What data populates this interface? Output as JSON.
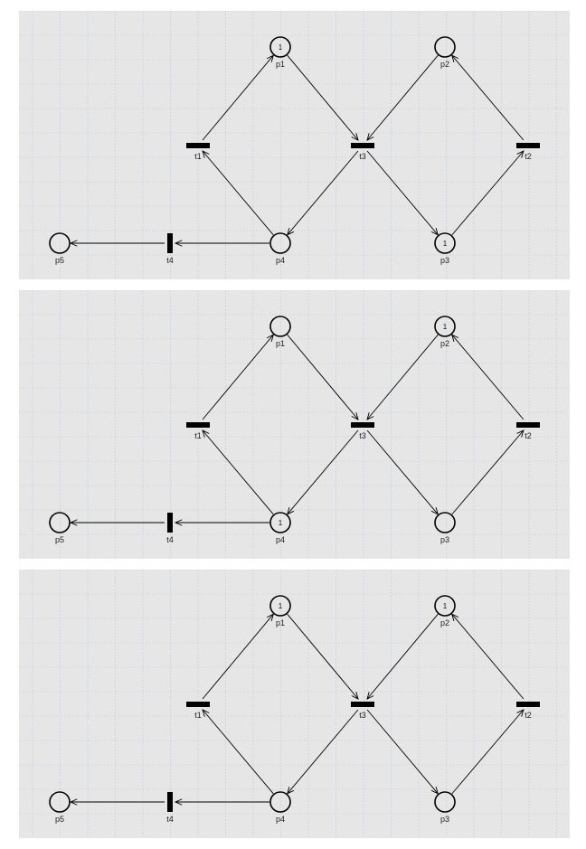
{
  "places": [
    {
      "id": "p1",
      "label": "p1"
    },
    {
      "id": "p2",
      "label": "p2"
    },
    {
      "id": "p3",
      "label": "p3"
    },
    {
      "id": "p4",
      "label": "p4"
    },
    {
      "id": "p5",
      "label": "p5"
    }
  ],
  "transitions": [
    {
      "id": "t1",
      "label": "t1"
    },
    {
      "id": "t2",
      "label": "t2"
    },
    {
      "id": "t3",
      "label": "t3"
    },
    {
      "id": "t4",
      "label": "t4"
    }
  ],
  "arcs": [
    {
      "from": "t1",
      "to": "p1"
    },
    {
      "from": "p1",
      "to": "t3"
    },
    {
      "from": "p2",
      "to": "t3"
    },
    {
      "from": "t2",
      "to": "p2"
    },
    {
      "from": "p4",
      "to": "t1"
    },
    {
      "from": "t3",
      "to": "p4"
    },
    {
      "from": "t3",
      "to": "p3"
    },
    {
      "from": "p3",
      "to": "t2"
    },
    {
      "from": "p4",
      "to": "t4"
    },
    {
      "from": "t4",
      "to": "p5"
    }
  ],
  "markings": [
    {
      "p1": "1",
      "p2": "",
      "p3": "1",
      "p4": "",
      "p5": ""
    },
    {
      "p1": "",
      "p2": "1",
      "p3": "",
      "p4": "1",
      "p5": ""
    },
    {
      "p1": "1",
      "p2": "1",
      "p3": "",
      "p4": "",
      "p5": ""
    }
  ],
  "colors": {
    "panel": "#e6e6e6",
    "grid": "#b7c7d6",
    "ink": "#000000"
  }
}
